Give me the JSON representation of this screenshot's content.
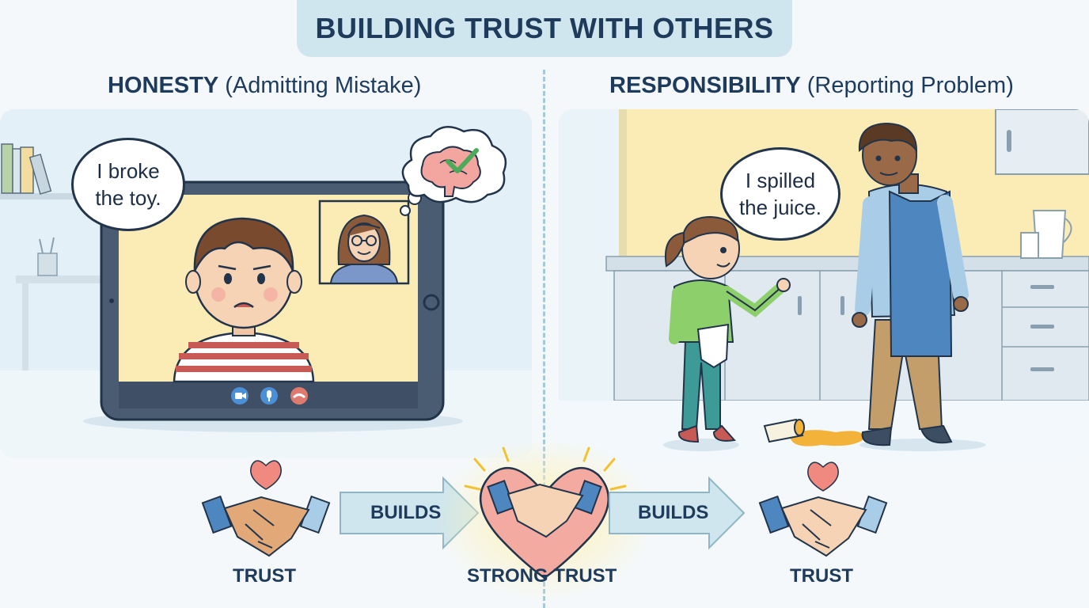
{
  "title": "BUILDING TRUST WITH OTHERS",
  "left": {
    "heading": "HONESTY",
    "subheading": "(Admitting Mistake)",
    "speech": [
      "I broke",
      "the toy."
    ]
  },
  "right": {
    "heading": "RESPONSIBILITY",
    "subheading": "(Reporting Problem)",
    "speech": [
      "I spilled",
      "the juice."
    ]
  },
  "flow": {
    "builds_left": "BUILDS",
    "builds_right": "BUILDS",
    "trust_left": "TRUST",
    "strong_trust": "STRONG TRUST",
    "trust_right": "TRUST"
  },
  "colors": {
    "title_bg": "#cfe6ee",
    "heading_text": "#1f3b5c",
    "heart": "#f08a80",
    "arrow": "#a9d3e2",
    "apron": "#4e86c0"
  },
  "icons": [
    "brain-check-icon",
    "video-call-camera-icon",
    "microphone-icon",
    "end-call-icon",
    "handshake-icon",
    "heart-icon"
  ]
}
